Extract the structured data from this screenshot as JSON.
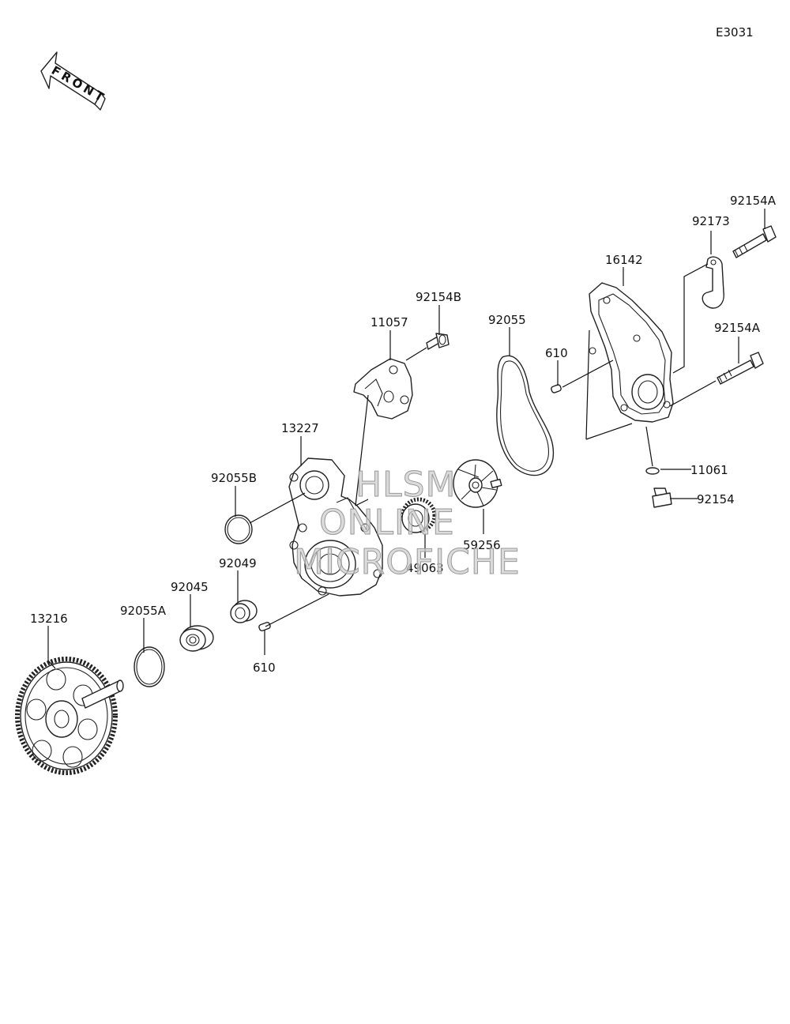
{
  "diagram": {
    "code": "E3031",
    "front_label": "FRONT",
    "watermark": [
      "HLSM",
      "ONLINE",
      "MICROFICHE"
    ],
    "parts": [
      {
        "id": "p-13216",
        "number": "13216"
      },
      {
        "id": "p-92055a",
        "number": "92055A"
      },
      {
        "id": "p-92045",
        "number": "92045"
      },
      {
        "id": "p-92049",
        "number": "92049"
      },
      {
        "id": "p-92055b",
        "number": "92055B"
      },
      {
        "id": "p-610-lower",
        "number": "610"
      },
      {
        "id": "p-13227",
        "number": "13227"
      },
      {
        "id": "p-11057",
        "number": "11057"
      },
      {
        "id": "p-92154b",
        "number": "92154B"
      },
      {
        "id": "p-49063",
        "number": "49063"
      },
      {
        "id": "p-59256",
        "number": "59256"
      },
      {
        "id": "p-92055",
        "number": "92055"
      },
      {
        "id": "p-610-upper",
        "number": "610"
      },
      {
        "id": "p-16142",
        "number": "16142"
      },
      {
        "id": "p-92173",
        "number": "92173"
      },
      {
        "id": "p-92154a-upper",
        "number": "92154A"
      },
      {
        "id": "p-92154a-lower",
        "number": "92154A"
      },
      {
        "id": "p-11061",
        "number": "11061"
      },
      {
        "id": "p-92154",
        "number": "92154"
      }
    ]
  }
}
